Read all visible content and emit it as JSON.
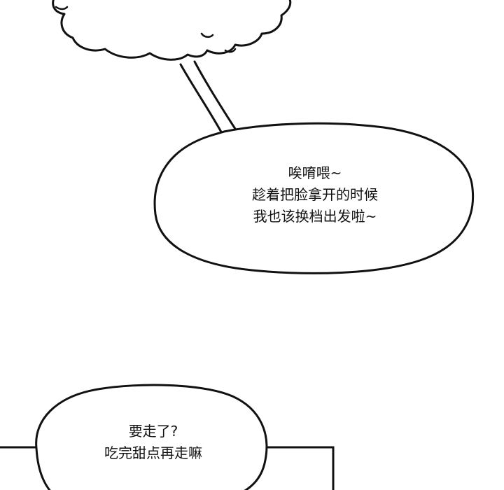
{
  "speech_bubbles": {
    "upper": {
      "lines": [
        "唉唷喂~",
        "趁着把脸拿开的时候",
        "我也该换档出发啦~"
      ]
    },
    "lower": {
      "lines": [
        "要走了?",
        "吃完甜点再走嘛"
      ]
    }
  },
  "colors": {
    "ink": "#111111",
    "paper": "#ffffff"
  }
}
